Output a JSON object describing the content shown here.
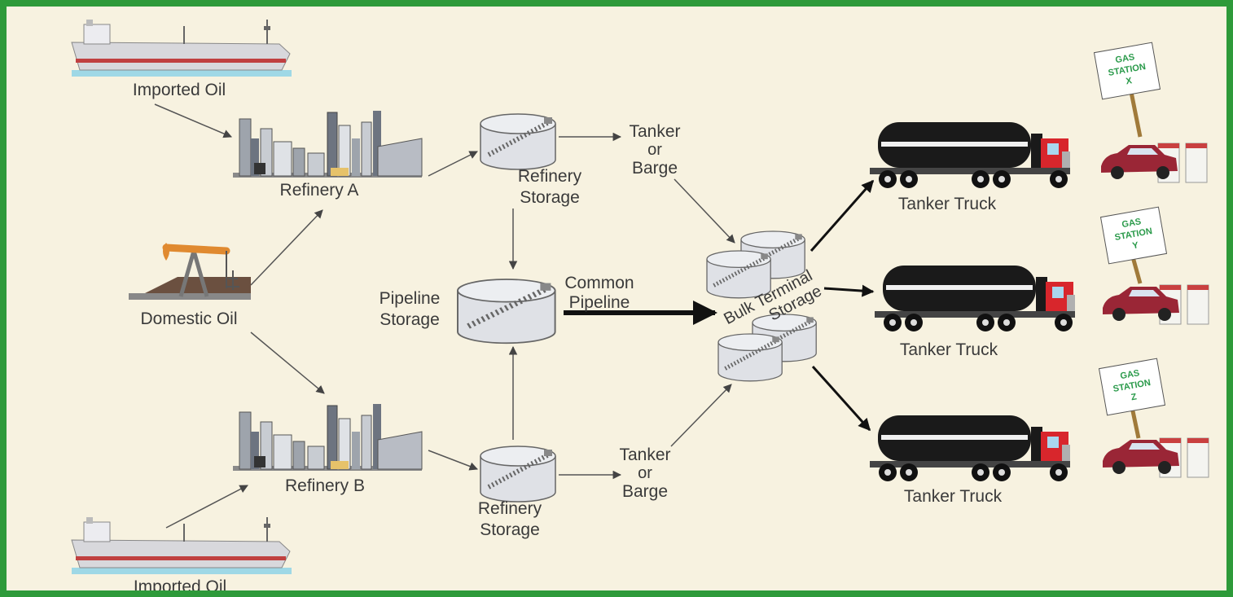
{
  "labels": {
    "imported_oil_top": "Imported Oil",
    "imported_oil_bottom": "Imported Oil",
    "domestic_oil": "Domestic Oil",
    "refinery_a": "Refinery A",
    "refinery_b": "Refinery B",
    "refinery_storage_top": [
      "Refinery",
      "Storage"
    ],
    "refinery_storage_bottom": [
      "Refinery",
      "Storage"
    ],
    "pipeline_storage": [
      "Pipeline",
      "Storage"
    ],
    "common_pipeline": [
      "Common",
      "Pipeline"
    ],
    "tanker_barge_top": [
      "Tanker",
      "or",
      "Barge"
    ],
    "tanker_barge_bottom": [
      "Tanker",
      "or",
      "Barge"
    ],
    "bulk_terminal": [
      "Bulk Terminal",
      "Storage"
    ],
    "tanker_truck_1": "Tanker Truck",
    "tanker_truck_2": "Tanker Truck",
    "tanker_truck_3": "Tanker Truck"
  },
  "gas_stations": [
    {
      "lines": [
        "GAS",
        "STATION",
        "X"
      ]
    },
    {
      "lines": [
        "GAS",
        "STATION",
        "Y"
      ]
    },
    {
      "lines": [
        "GAS",
        "STATION",
        "Z"
      ]
    }
  ],
  "colors": {
    "border": "#2e9a3a",
    "background": "#f7f2e0",
    "truck_cab": "#d8262c",
    "car": "#9a2636",
    "sign_text": "#2a9a4a"
  }
}
